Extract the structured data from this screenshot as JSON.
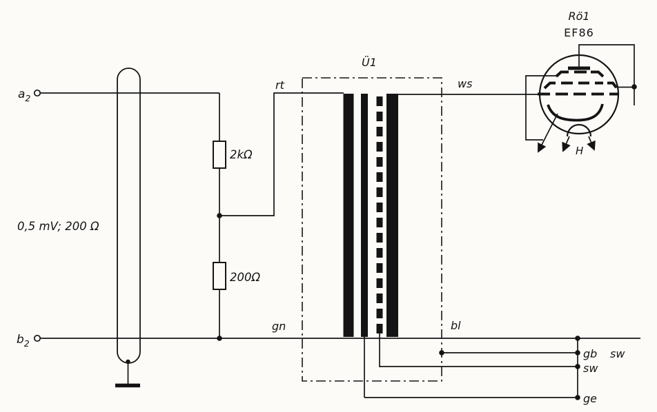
{
  "figure": {
    "background": "#fcfbf8",
    "ink": "#141414"
  },
  "input": {
    "terminal_a": {
      "letter": "a",
      "subscript": "2"
    },
    "terminal_b": {
      "letter": "b",
      "subscript": "2"
    },
    "source_label": "0,5 mV; 200 Ω"
  },
  "divider": {
    "r1_label": "2kΩ",
    "r2_label": "200Ω"
  },
  "transformer": {
    "designator": "Ü1",
    "lead_labels": {
      "primary_top": "rt",
      "primary_bottom": "gn",
      "secondary_top": "ws",
      "secondary_bottom": "bl",
      "case_lead": "gb",
      "bus_right": "sw",
      "inner_shield": "sw",
      "tertiary": "ge"
    }
  },
  "tube": {
    "designator": "Rö1",
    "type_label": "EF86",
    "heater_label": "H"
  }
}
